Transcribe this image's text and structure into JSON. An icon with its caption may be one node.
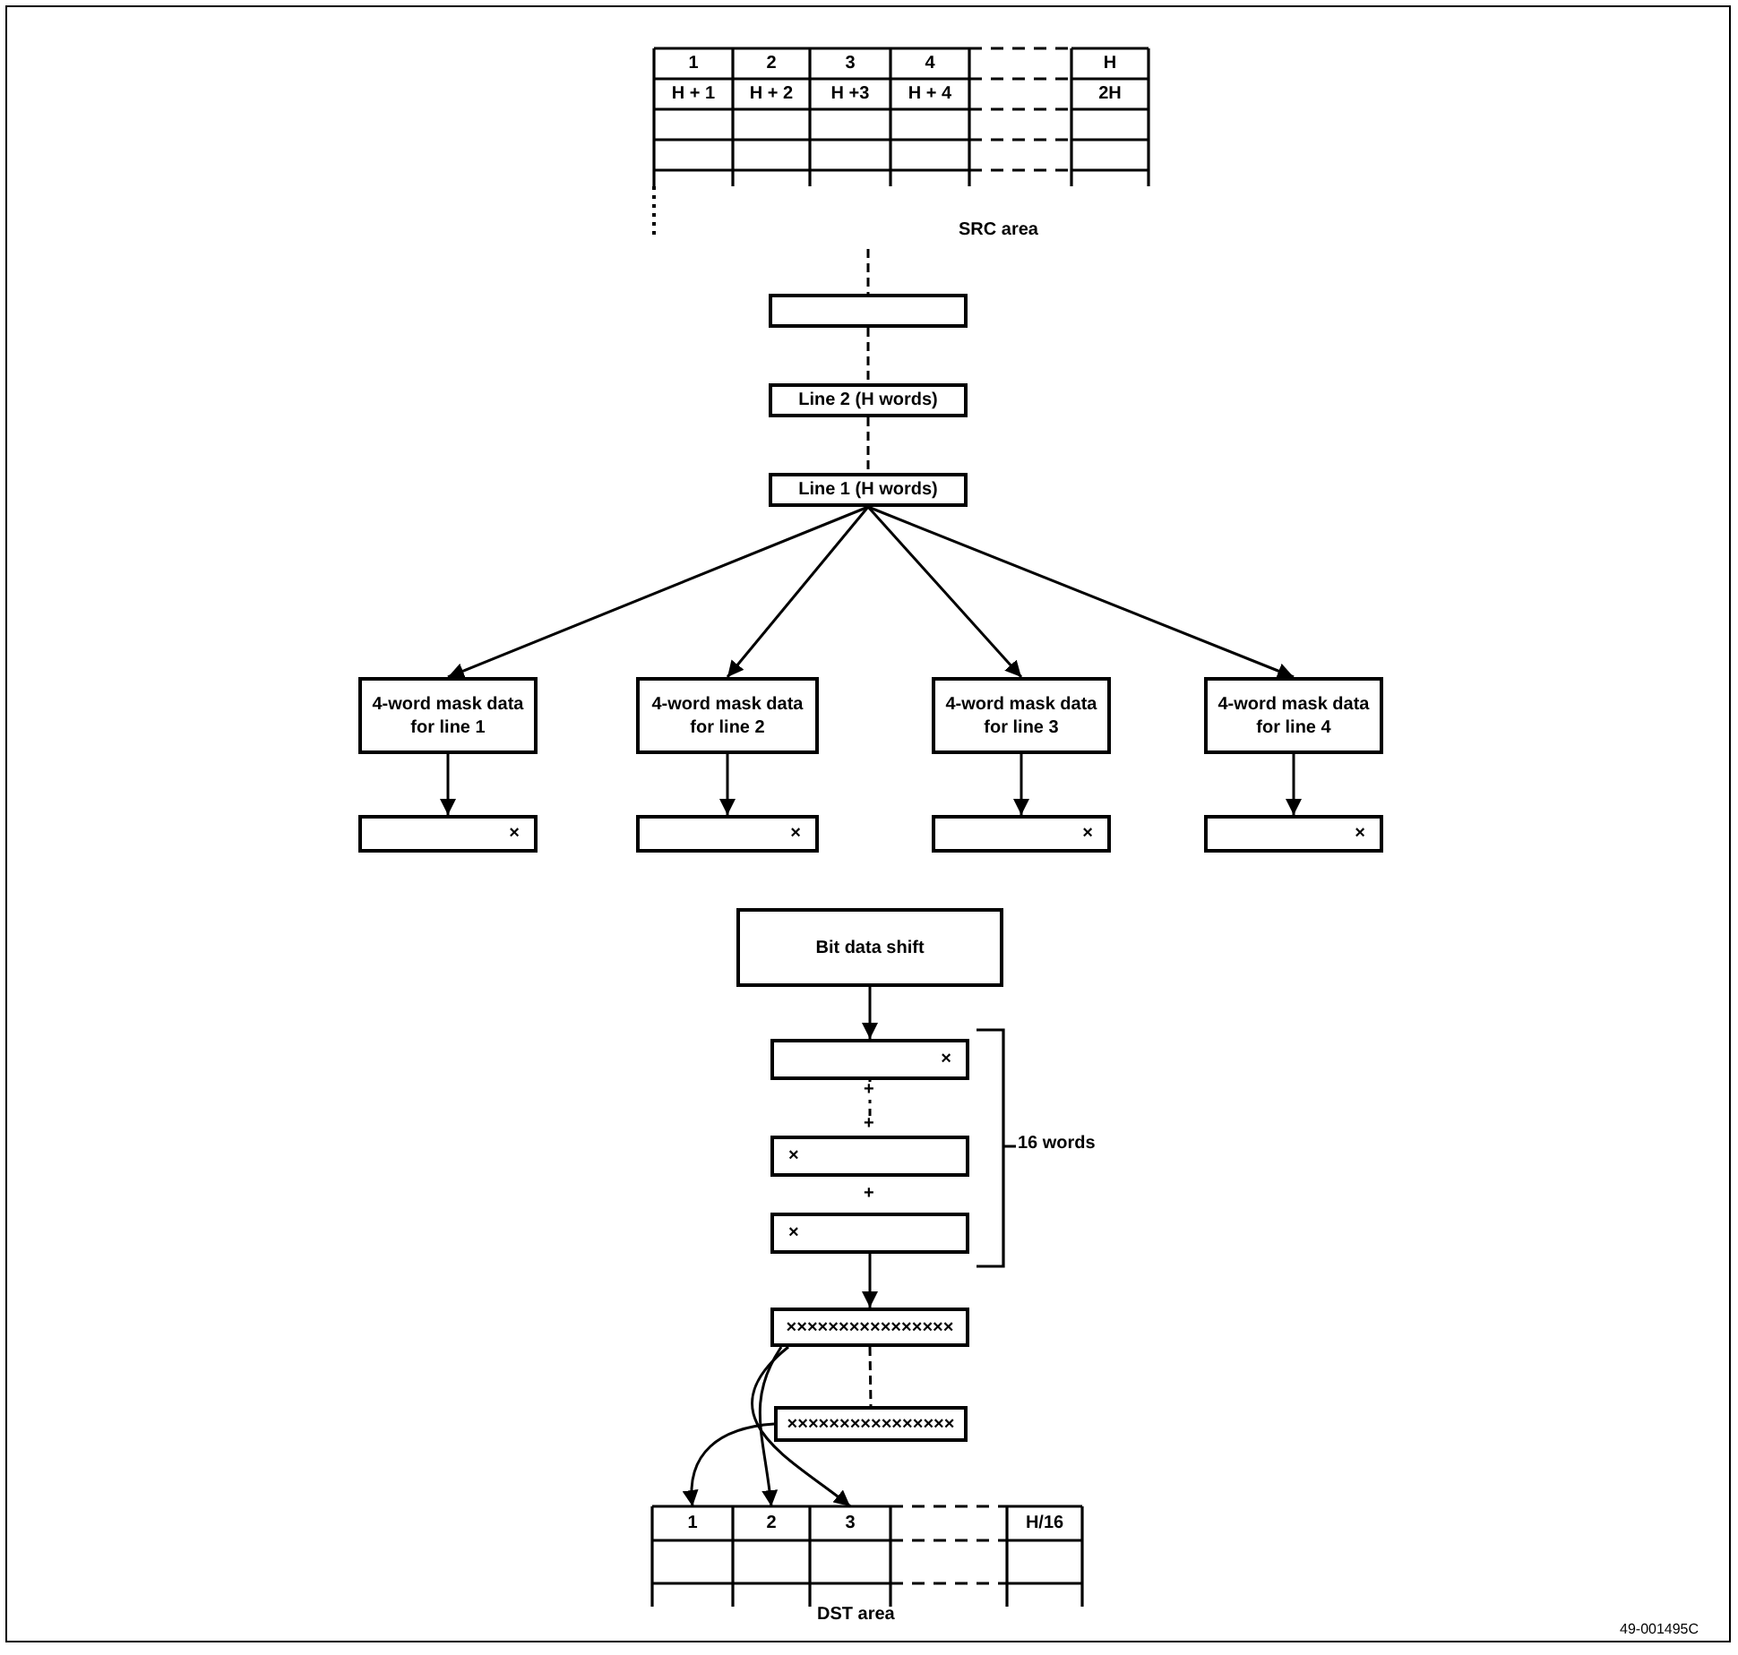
{
  "diagram": {
    "nodes": [
      {
        "text": [
          "SRC area"
        ]
      },
      {
        "text": [
          "1"
        ],
        "in": 0
      },
      {
        "text": [
          "2"
        ],
        "in": 0
      },
      {
        "text": [
          "3"
        ],
        "in": 0
      },
      {
        "text": [
          "4"
        ],
        "in": 0
      },
      {
        "text": [
          "H"
        ],
        "in": 0
      },
      {
        "text": [
          "H + 1"
        ],
        "in": 0
      },
      {
        "text": [
          "H + 2"
        ],
        "in": 0
      },
      {
        "text": [
          "H +3"
        ],
        "in": 0
      },
      {
        "text": [
          "H + 4"
        ],
        "in": 0
      },
      {
        "text": [
          "2H"
        ],
        "in": 0
      },
      {
        "text": [],
        "shape": "box"
      },
      {
        "text": [
          "Line 2 (H words)"
        ]
      },
      {
        "text": [
          "Line 1 (H words)"
        ]
      },
      {
        "text": [
          "4-word mask data for line 1"
        ]
      },
      {
        "text": [
          "4-word mask data for line 2"
        ]
      },
      {
        "text": [
          "4-word mask data for line 3"
        ]
      },
      {
        "text": [
          "4-word mask data for line 4"
        ]
      },
      {
        "text": [
          "×"
        ]
      },
      {
        "text": [
          "×"
        ]
      },
      {
        "text": [
          "×"
        ]
      },
      {
        "text": [
          "×"
        ]
      },
      {
        "text": [
          "Bit data shift"
        ]
      },
      {
        "text": [
          "×"
        ]
      },
      {
        "text": [
          "×"
        ]
      },
      {
        "text": [
          "×"
        ]
      },
      {
        "text": [
          "××××××××××××××××"
        ]
      },
      {
        "text": [
          "××××××××××××××××"
        ]
      },
      {
        "text": [
          "DST area"
        ]
      },
      {
        "text": [
          "1"
        ],
        "in": 28
      },
      {
        "text": [
          "2"
        ],
        "in": 28
      },
      {
        "text": [
          "3"
        ],
        "in": 28
      },
      {
        "text": [
          "H/16"
        ],
        "in": 28
      }
    ],
    "edges": [
      {
        "from": 0,
        "to": 11,
        "arrow": "none",
        "style": "dashed"
      },
      {
        "from": 11,
        "to": 12,
        "arrow": "none",
        "style": "dashed"
      },
      {
        "from": 12,
        "to": 13,
        "arrow": "none",
        "style": "dashed"
      },
      {
        "from": 13,
        "to": 14,
        "arrow": "to"
      },
      {
        "from": 13,
        "to": 15,
        "arrow": "to"
      },
      {
        "from": 13,
        "to": 16,
        "arrow": "to"
      },
      {
        "from": 13,
        "to": 17,
        "arrow": "to"
      },
      {
        "from": 14,
        "to": 18,
        "arrow": "to"
      },
      {
        "from": 15,
        "to": 19,
        "arrow": "to"
      },
      {
        "from": 16,
        "to": 20,
        "arrow": "to"
      },
      {
        "from": 17,
        "to": 21,
        "arrow": "to"
      },
      {
        "from": 22,
        "to": 23,
        "arrow": "to"
      },
      {
        "from": 23,
        "to": 24,
        "arrow": "none",
        "style": "dashed"
      },
      {
        "from": 25,
        "to": 26,
        "arrow": "to"
      },
      {
        "from": 26,
        "to": 27,
        "arrow": "none",
        "style": "dashed"
      },
      {
        "from": 26,
        "to": 30,
        "arrow": "to"
      },
      {
        "from": 26,
        "to": 31,
        "arrow": "to"
      },
      {
        "from": 27,
        "to": 29,
        "arrow": "to"
      }
    ],
    "labels": [
      "+",
      "+",
      "16 words",
      "+",
      "49-001495C"
    ]
  }
}
